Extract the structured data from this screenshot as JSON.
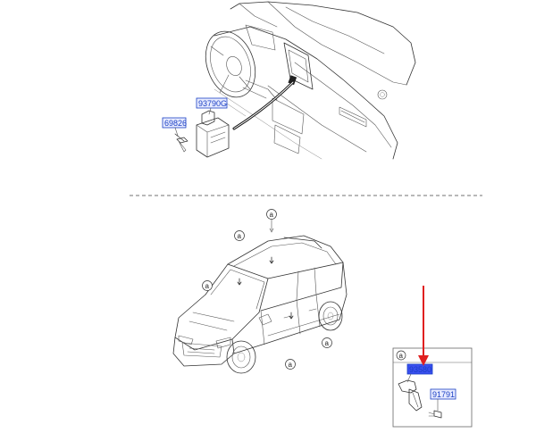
{
  "part_labels": {
    "switch_assembly": "93790G",
    "screw_upper": "69826",
    "sensor": "93580",
    "screw_lower": "91791"
  },
  "callouts": {
    "letter": "a"
  },
  "colors": {
    "label_border": "#1a3fc4",
    "label_fill_highlight": "#3a4ff0",
    "arrow": "#e02020",
    "line": "#333333"
  }
}
